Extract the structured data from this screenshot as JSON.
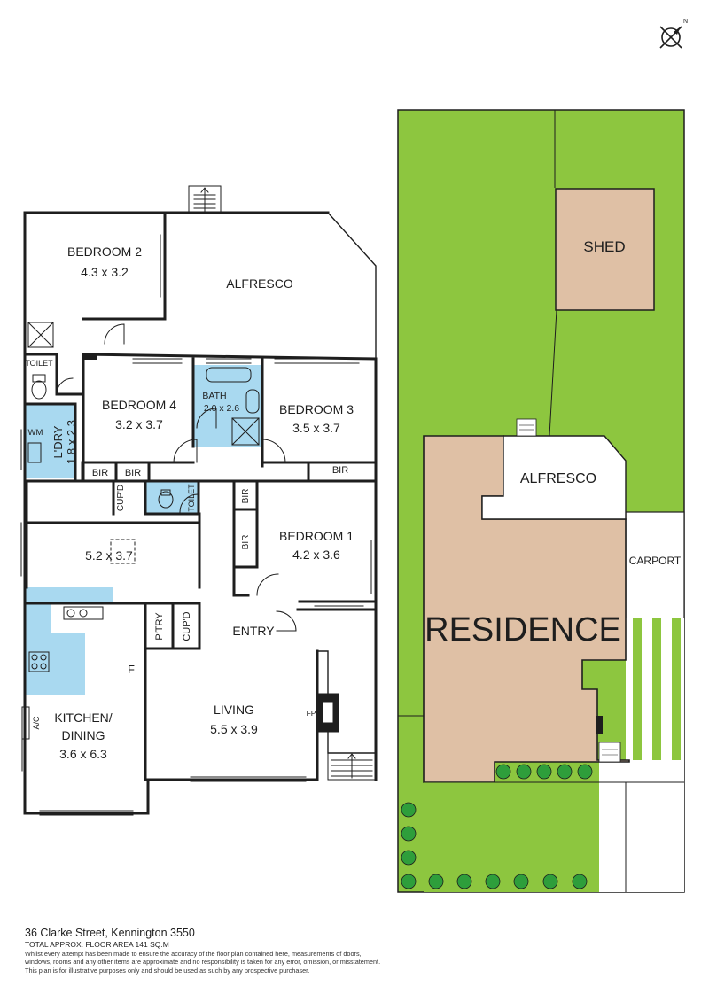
{
  "compass": {
    "label": "N"
  },
  "rooms": {
    "bedroom2": {
      "name": "BEDROOM 2",
      "dims": "4.3 x 3.2"
    },
    "alfresco": {
      "name": "ALFRESCO"
    },
    "toilet_left": {
      "name": "TOILET"
    },
    "laundry": {
      "name": "L'DRY",
      "dims": "1.8 x 2.3",
      "wm": "WM"
    },
    "bedroom4": {
      "name": "BEDROOM 4",
      "dims": "3.2 x 3.7"
    },
    "bath": {
      "name": "BATH",
      "dims": "2.0 x 2.6"
    },
    "bedroom3": {
      "name": "BEDROOM 3",
      "dims": "3.5 x 3.7"
    },
    "bir": "BIR",
    "cupd": "CUP'D",
    "toilet_mid": "TOILET",
    "family": {
      "dims": "5.2 x 3.7"
    },
    "bedroom1": {
      "name": "BEDROOM 1",
      "dims": "4.2 x 3.6"
    },
    "pantry": "P'TRY",
    "entry": "ENTRY",
    "fridge": "F",
    "ac": "A/C",
    "kitchen": {
      "name1": "KITCHEN/",
      "name2": "DINING",
      "dims": "3.6 x 6.3"
    },
    "living": {
      "name": "LIVING",
      "dims": "5.5 x 3.9"
    },
    "fireplace": "FP"
  },
  "site": {
    "shed": "SHED",
    "alfresco": "ALFRESCO",
    "carport": "CARPORT",
    "residence": "RESIDENCE"
  },
  "colors": {
    "wall": "#1e1e1e",
    "wet_area": "#a9d9f0",
    "lawn": "#8dc63f",
    "building": "#dfc0a5",
    "tree": "#2e9e3b"
  },
  "footer": {
    "address": "36 Clarke Street, Kennington 3550",
    "total_area": "TOTAL APPROX. FLOOR AREA 141 SQ.M",
    "disclaimer_1": "Whilst every attempt has been made to ensure the accuracy of the floor plan contained here, measurements of doors,",
    "disclaimer_2": "windows, rooms and any other items are approximate and no responsibility is taken for any error, omission, or misstatement.",
    "disclaimer_3": "This plan is for illustrative purposes only and should be used as such by any prospective purchaser."
  }
}
